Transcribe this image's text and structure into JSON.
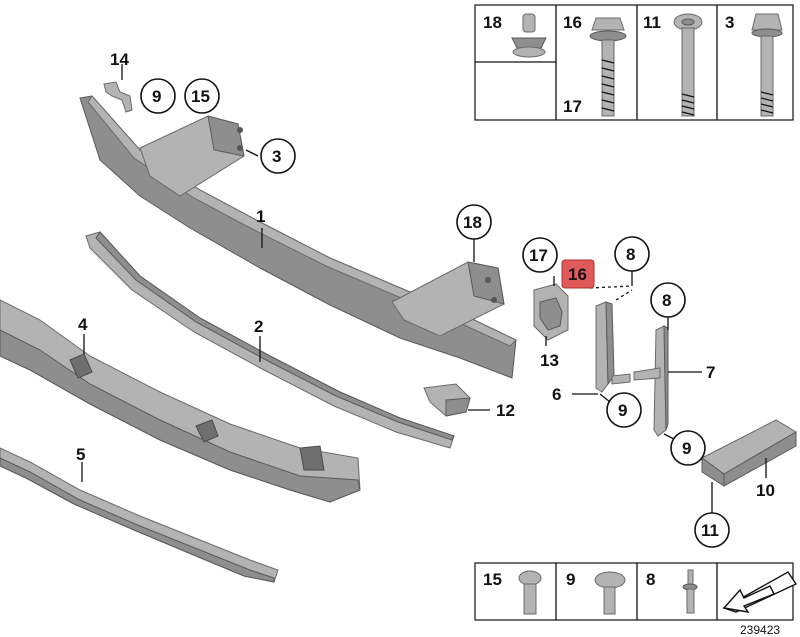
{
  "diagram": {
    "drawing_number": "239423",
    "highlight_color": "#e05a5a",
    "callouts": {
      "c1": "1",
      "c2": "2",
      "c3": "3",
      "c4": "4",
      "c5": "5",
      "c6": "6",
      "c7": "7",
      "c8a": "8",
      "c8b": "8",
      "c9a": "9",
      "c9b": "9",
      "c9c": "9",
      "c10": "10",
      "c11": "11",
      "c12": "12",
      "c13": "13",
      "c14": "14",
      "c15": "15",
      "c16": "16",
      "c17": "17",
      "c18": "18"
    },
    "legend_top": {
      "l18": "18",
      "l16": "16",
      "l17": "17",
      "l11": "11",
      "l3": "3"
    },
    "legend_bottom": {
      "l15": "15",
      "l9": "9",
      "l8": "8"
    }
  }
}
